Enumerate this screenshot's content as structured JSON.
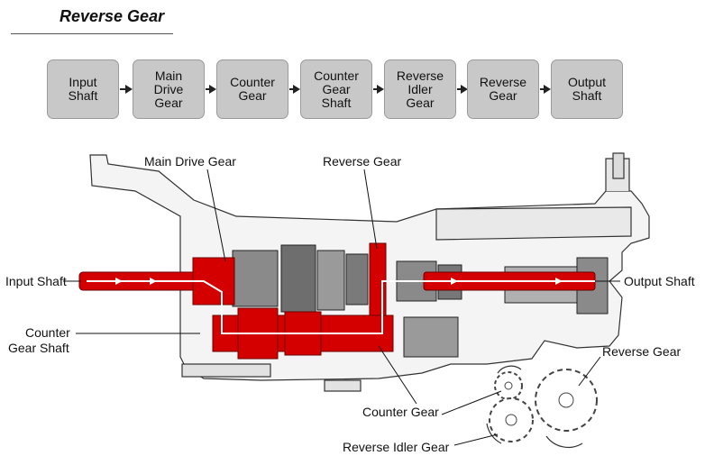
{
  "title": "Reverse Gear",
  "flow": [
    {
      "label": "Input\nShaft"
    },
    {
      "label": "Main\nDrive\nGear"
    },
    {
      "label": "Counter\nGear"
    },
    {
      "label": "Counter\nGear\nShaft"
    },
    {
      "label": "Reverse\nIdler\nGear"
    },
    {
      "label": "Reverse\nGear"
    },
    {
      "label": "Output\nShaft"
    }
  ],
  "labels": {
    "main_drive_gear": "Main Drive Gear",
    "reverse_gear_top": "Reverse Gear",
    "input_shaft": "Input Shaft",
    "output_shaft": "Output Shaft",
    "counter_gear_shaft_1": "Counter",
    "counter_gear_shaft_2": "Gear Shaft",
    "counter_gear": "Counter Gear",
    "reverse_gear_inset": "Reverse Gear",
    "reverse_idler_gear": "Reverse Idler Gear"
  },
  "colors": {
    "power_path": "#d40000",
    "casing": "#f2f2f2",
    "box_fill": "#c8c8c8"
  }
}
